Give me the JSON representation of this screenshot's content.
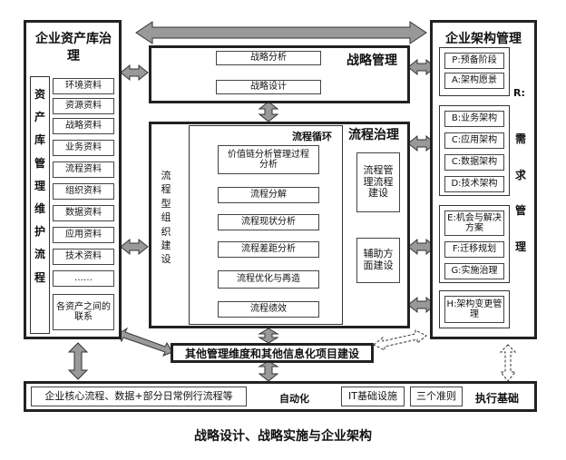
{
  "left_panel": {
    "title": "企业资产库治理",
    "vertical_label": "资产库管理维护流程",
    "items": [
      "环境资料",
      "资源资料",
      "战略资料",
      "业务资料",
      "流程资料",
      "组织资料",
      "数据资料",
      "应用资料",
      "技术资料",
      "……",
      "各资产之间的联系"
    ]
  },
  "strategy": {
    "title": "战略管理",
    "items": [
      "战略分析",
      "战略设计"
    ]
  },
  "process_gov": {
    "title": "流程治理",
    "cycle_title": "流程循环",
    "vertical_label": "流程型组织建设",
    "steps": [
      "价值链分析管理过程分析",
      "流程分解",
      "流程现状分析",
      "流程差距分析",
      "流程优化与再造",
      "流程绩效"
    ],
    "side_boxes": [
      "流程管理流程建设",
      "辅助方面建设"
    ]
  },
  "right_panel": {
    "title": "企业架构管理",
    "r_label": "R:",
    "req_label": "需求管理",
    "groups": [
      [
        "P:预备阶段",
        "A:架构愿景"
      ],
      [
        "B:业务架构",
        "C:应用架构",
        "C:数据架构",
        "D:技术架构"
      ],
      [
        "E:机会与解决方案",
        "F:迁移规划",
        "G:实施治理"
      ],
      [
        "H:架构变更管理"
      ]
    ]
  },
  "other_mgmt": "其他管理维度和其他信息化项目建设",
  "bottom": {
    "core": "企业核心流程、数据+部分日常例行流程等",
    "auto": "自动化",
    "it": "IT基础设施",
    "rules": "三个准则",
    "exec": "执行基础"
  },
  "caption": "战略设计、战略实施与企业架构"
}
